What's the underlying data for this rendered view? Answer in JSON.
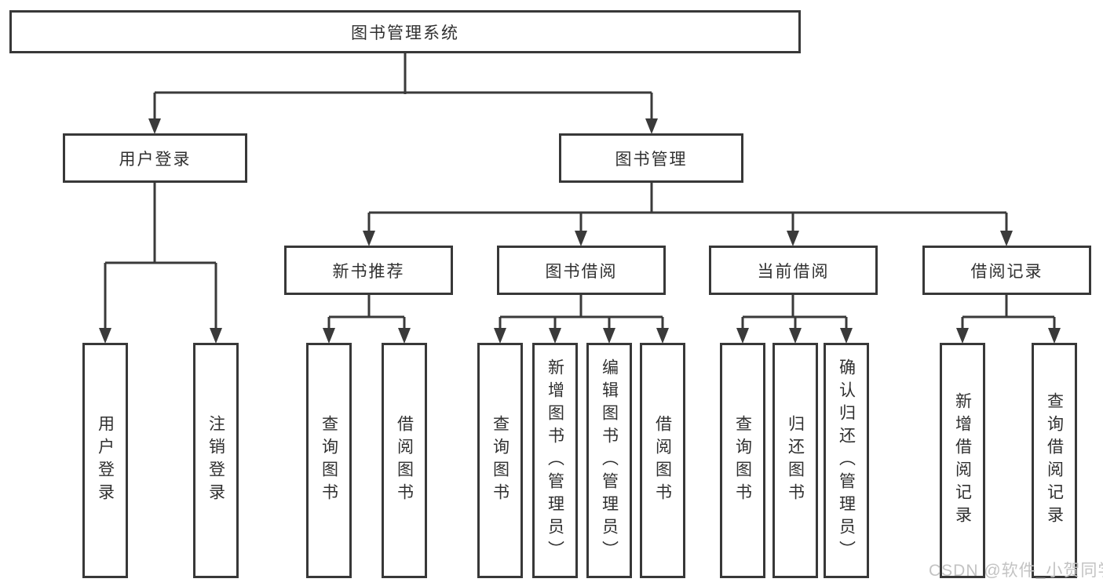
{
  "diagram": {
    "title": "图书管理系统",
    "branches": [
      {
        "label": "用户登录",
        "children": [
          {
            "label": "用户登录"
          },
          {
            "label": "注销登录"
          }
        ]
      },
      {
        "label": "图书管理",
        "children": [
          {
            "label": "新书推荐",
            "children": [
              {
                "label": "查询图书"
              },
              {
                "label": "借阅图书"
              }
            ]
          },
          {
            "label": "图书借阅",
            "children": [
              {
                "label": "查询图书"
              },
              {
                "label": "新增图书（管理员）"
              },
              {
                "label": "编辑图书（管理员）"
              },
              {
                "label": "借阅图书"
              }
            ]
          },
          {
            "label": "当前借阅",
            "children": [
              {
                "label": "查询图书"
              },
              {
                "label": "归还图书"
              },
              {
                "label": "确认归还（管理员）"
              }
            ]
          },
          {
            "label": "借阅记录",
            "children": [
              {
                "label": "新增借阅记录"
              },
              {
                "label": "查询借阅记录"
              }
            ]
          }
        ]
      }
    ]
  },
  "watermark": {
    "text": "CSDN @软件_小贺同学"
  },
  "colors": {
    "line": "#3a3a3a",
    "box_border": "#383838",
    "text": "#303030",
    "watermark": "#c3c3c3",
    "background": "#ffffff"
  }
}
